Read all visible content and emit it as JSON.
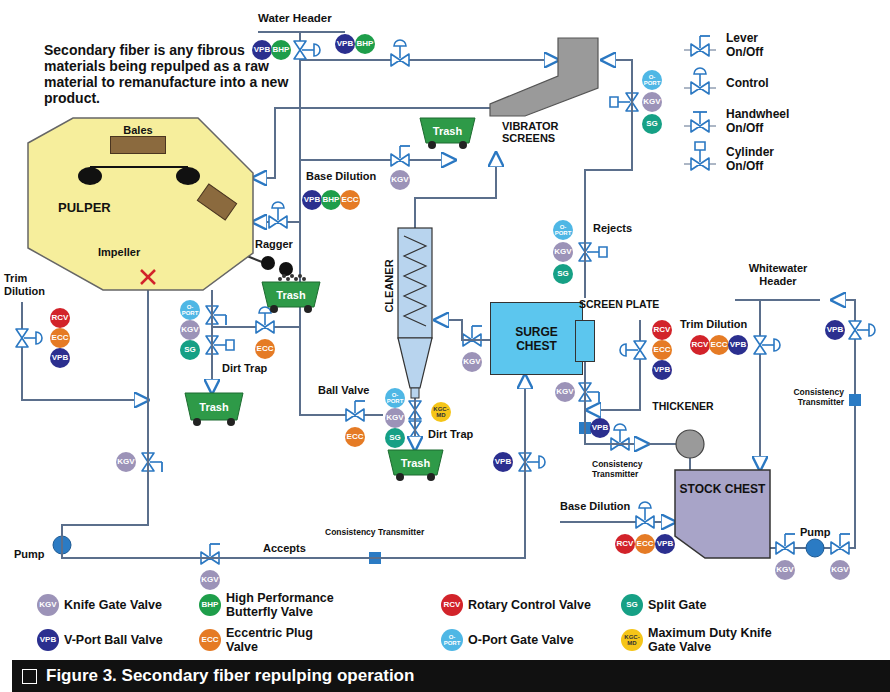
{
  "diagram": {
    "caption": "Figure 3. Secondary fiber repulping operation",
    "nodes": [
      {
        "text": [
          "PULPER",
          "Impeller"
        ]
      },
      {
        "text": [
          "Bales"
        ],
        "in": 0
      },
      {
        "text": [
          "VIBRATOR SCREENS"
        ]
      },
      {
        "text": [
          "Trash"
        ]
      },
      {
        "text": [
          "Trash"
        ]
      },
      {
        "text": [
          "Trash"
        ]
      },
      {
        "text": [
          "CLEANER"
        ]
      },
      {
        "text": [
          "SURGE CHEST"
        ]
      },
      {
        "text": [
          "SCREEN PLATE"
        ]
      },
      {
        "text": [
          "Trash"
        ]
      },
      {
        "text": [
          "THICKENER"
        ]
      },
      {
        "text": [
          "STOCK CHEST"
        ]
      }
    ],
    "edges": [
      {
        "from": 0,
        "to": 7,
        "label": "Accepts",
        "arrow": "to"
      },
      {
        "from": 7,
        "to": 6,
        "arrow": "to"
      },
      {
        "from": 6,
        "to": 2,
        "arrow": "to"
      },
      {
        "from": 8,
        "to": 2,
        "label": "Rejects",
        "arrow": "to"
      },
      {
        "from": 8,
        "to": 10,
        "arrow": "to"
      },
      {
        "from": 10,
        "to": 11,
        "arrow": "none"
      },
      {
        "from": 2,
        "to": 0,
        "arrow": "to"
      },
      {
        "from": 0,
        "to": 5,
        "arrow": "to"
      },
      {
        "from": 6,
        "to": 9,
        "arrow": "to"
      }
    ],
    "labels": [
      "Secondary fiber is any fibrous materials being repulped as a raw material to remanufacture into a new product.",
      "Water Header",
      "VPB",
      "BHP",
      "VPB",
      "BHP",
      "O-PORT",
      "KGV",
      "SG",
      "KGV",
      "Base Dilution",
      "VPB",
      "BHP",
      "ECC",
      "Ragger",
      "Trim Dilution",
      "RCV",
      "ECC",
      "VPB",
      "O-PORT",
      "KGV",
      "SG",
      "ECC",
      "Dirt Trap",
      "KGV",
      "Ball Valve",
      "ECC",
      "O-PORT",
      "KGV",
      "SG",
      "KGC-MD",
      "Dirt Trap",
      "KGV",
      "O-PORT",
      "KGV",
      "SG",
      "Trim Dilution",
      "RCV",
      "ECC",
      "VPB",
      "Whitewater Header",
      "RCV",
      "ECC",
      "VPB",
      "KGV",
      "Consistency Transmitter",
      "VPB",
      "VPB",
      "Base Dilution",
      "RCV",
      "ECC",
      "VPB",
      "Consistency Transmitter",
      "KGV",
      "Pump",
      "Pump",
      "KGV",
      "KGV",
      "Consistency Transmitter",
      "VPB",
      "KGV",
      "BHP",
      "RCV",
      "SG",
      "VPB",
      "ECC",
      "O-PORT",
      "KGC-MD"
    ],
    "legend": [
      {
        "text": "Lever On/Off"
      },
      {
        "text": "Control"
      },
      {
        "text": "Handwheel On/Off"
      },
      {
        "text": "Cylinder On/Off"
      },
      {
        "text": "Knife Gate Valve",
        "color": "#9c93b8"
      },
      {
        "text": "High Performance Butterfly Valve",
        "color": "#1e9e4a"
      },
      {
        "text": "Rotary Control Valve",
        "color": "#d2232a"
      },
      {
        "text": "Split Gate",
        "color": "#16a085"
      },
      {
        "text": "V-Port Ball Valve",
        "color": "#2b2f8f"
      },
      {
        "text": "Eccentric Plug Valve",
        "color": "#e57b25"
      },
      {
        "text": "O-Port Gate Valve",
        "color": "#4fb7e5"
      },
      {
        "text": "Maximum Duty Knife Gate Valve",
        "color": "#f5c518"
      }
    ]
  }
}
